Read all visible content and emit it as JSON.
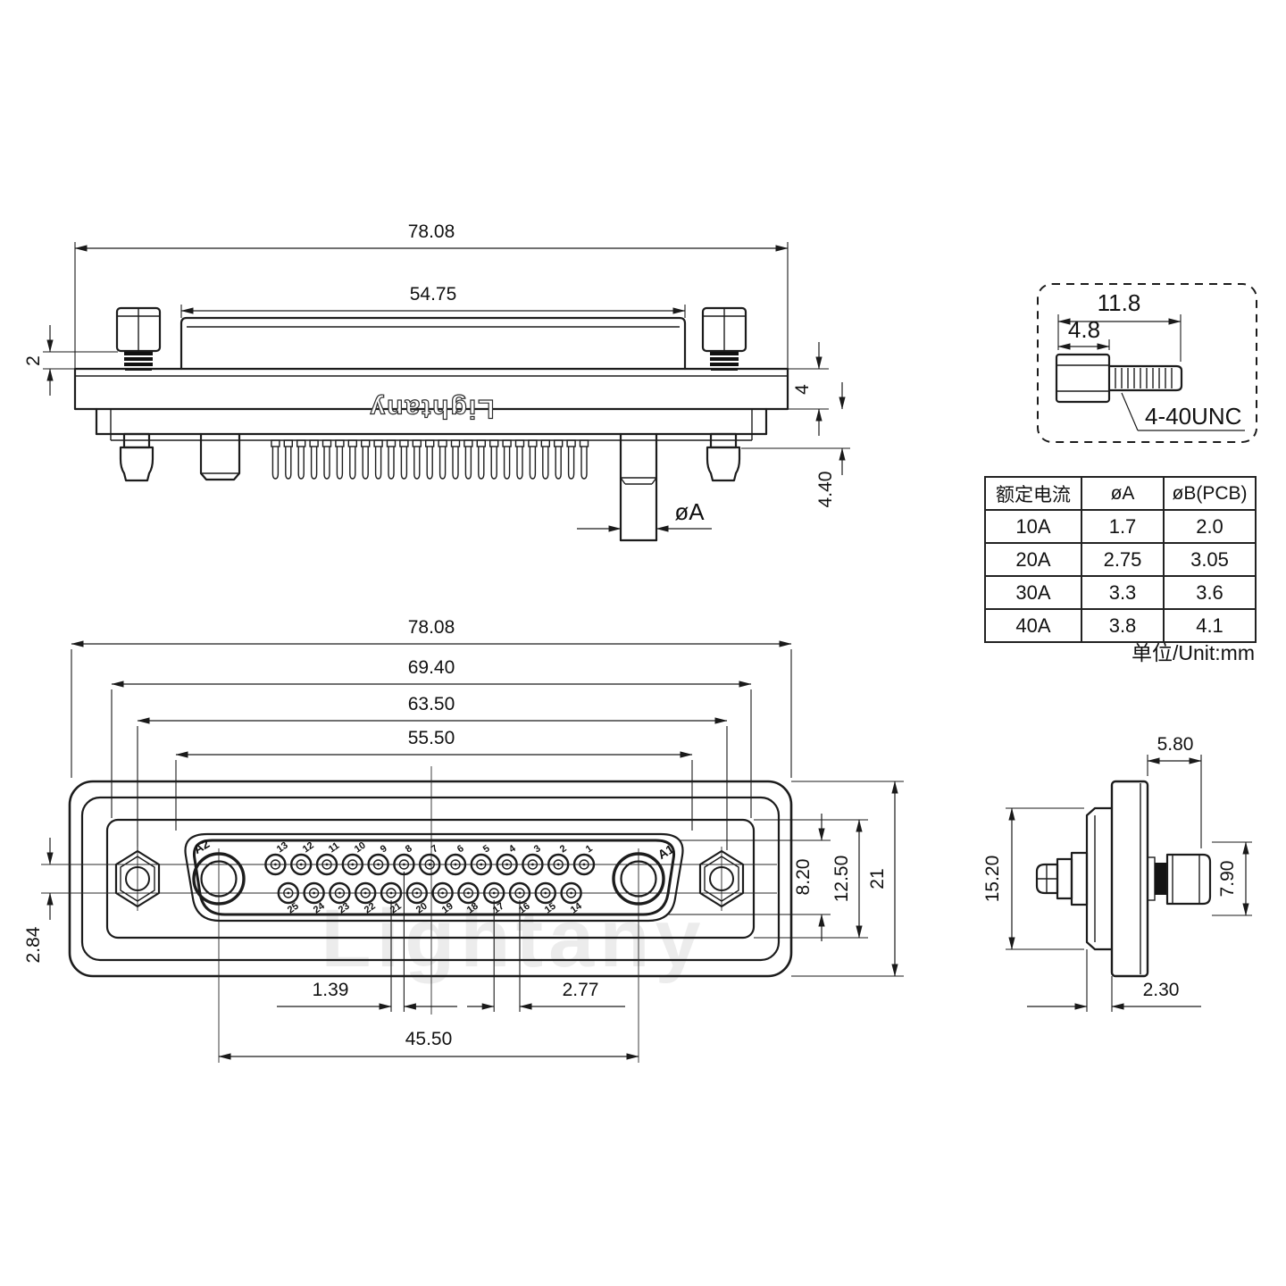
{
  "drawing": {
    "brand_embossed": "Lightany",
    "watermark": "Lightany",
    "unit_note": "单位/Unit:mm"
  },
  "top_view": {
    "dims": {
      "overall_width": "78.08",
      "shell_width": "54.75",
      "lip_height": "2",
      "flange_height": "4",
      "standoff_height": "4.40",
      "pin_diameter": "øA"
    }
  },
  "detail_view": {
    "dims": {
      "overall_length": "11.8",
      "head_length": "4.8"
    },
    "thread_spec": "4-40UNC"
  },
  "spec_table": {
    "col_headers": [
      "额定电流",
      "øA",
      "øB(PCB)"
    ],
    "rows": [
      [
        "10A",
        "1.7",
        "2.0"
      ],
      [
        "20A",
        "2.75",
        "3.05"
      ],
      [
        "30A",
        "3.3",
        "3.6"
      ],
      [
        "40A",
        "3.8",
        "4.1"
      ]
    ]
  },
  "front_view": {
    "dims": {
      "overall_width": "78.08",
      "mount_width": "69.40",
      "screw_span": "63.50",
      "insert_width": "55.50",
      "insert_height": "8.20",
      "panel_height": "12.50",
      "overall_height": "21",
      "row_offset": "2.84",
      "half_pitch": "1.39",
      "pitch": "2.77",
      "power_span": "45.50"
    },
    "contact_labels": {
      "a1": "A1",
      "a2": "A2"
    },
    "pins_top": [
      "13",
      "12",
      "11",
      "10",
      "9",
      "8",
      "7",
      "6",
      "5",
      "4",
      "3",
      "2",
      "1"
    ],
    "pins_bottom": [
      "25",
      "24",
      "23",
      "22",
      "21",
      "20",
      "19",
      "18",
      "17",
      "16",
      "15",
      "14"
    ]
  },
  "side_view": {
    "dims": {
      "flange_thickness": "5.80",
      "shell_height": "15.20",
      "screw_head_diameter": "7.90",
      "shell_protrusion": "2.30"
    }
  }
}
